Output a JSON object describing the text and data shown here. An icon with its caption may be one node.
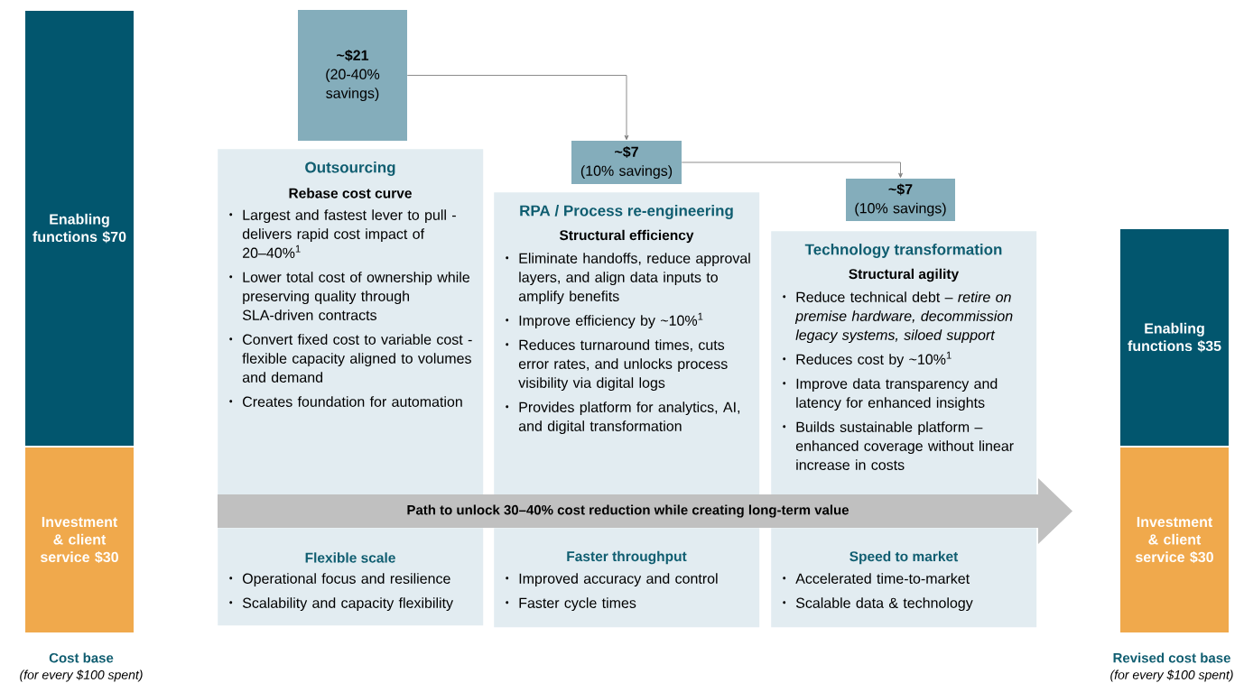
{
  "diagram": {
    "nodes": [
      {
        "text": [
          "Enabling functions $70"
        ]
      },
      {
        "text": [
          "Investment & client service $30"
        ]
      },
      {
        "text": [
          "~$21",
          "(20-40% savings)"
        ]
      },
      {
        "text": [
          "Outsourcing",
          "Rebase cost curve",
          "Largest and fastest lever to pull - delivers rapid cost impact of 20–40%$^{1}$",
          "Lower total cost of ownership while preserving quality through SLA-driven contracts",
          "Convert fixed cost to variable cost - flexible capacity aligned to volumes and demand",
          "Creates foundation for automation"
        ]
      },
      {
        "text": [
          "~$7",
          "(10% savings)"
        ]
      },
      {
        "text": [
          "RPA / Process re-engineering",
          "Structural efficiency",
          "Eliminate handoffs, reduce approval layers, and align data inputs to amplify benefits",
          "Improve efficiency by ~10%$^{1}$",
          "Reduces turnaround times, cuts error rates, and unlocks process visibility via digital logs",
          "Provides platform for analytics, AI, and digital transformation"
        ]
      },
      {
        "text": [
          "~$7",
          "(10% savings)"
        ]
      },
      {
        "text": [
          "Technology transformation",
          "Structural agility",
          "Reduce technical debt – *retire on premise hardware, decommission legacy systems, siloed support*",
          "Reduces cost by ~10%$^{1}$",
          "Improve data transparency and latency for enhanced insights",
          "Builds sustainable platform – enhanced coverage without linear increase in costs"
        ]
      },
      {
        "text": [
          "Path to unlock 30–40% cost reduction  while creating long-term value"
        ]
      },
      {
        "text": [
          "Flexible scale",
          "Operational focus and resilience",
          "Scalability and capacity flexibility"
        ]
      },
      {
        "text": [
          "Faster throughput",
          "Improved accuracy and control",
          "Faster cycle times"
        ]
      },
      {
        "text": [
          "Speed to market",
          "Accelerated time-to-market",
          "Scalable data & technology"
        ]
      },
      {
        "text": [
          "Enabling functions $35"
        ]
      },
      {
        "text": [
          "Investment & client service $30"
        ]
      }
    ],
    "edges": [
      {
        "from": 2,
        "to": 4,
        "arrow": "to"
      },
      {
        "from": 4,
        "to": 6,
        "arrow": "to"
      }
    ],
    "labels": [
      "Cost base",
      "(for every $100 spent)",
      "Revised cost base",
      "(for every $100 spent)"
    ]
  }
}
